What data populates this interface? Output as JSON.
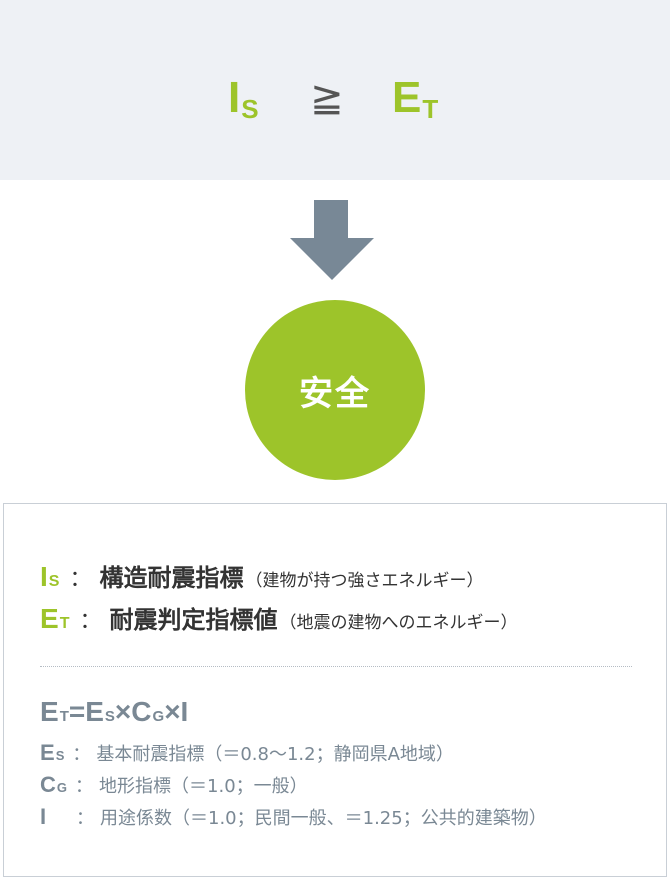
{
  "formula": {
    "is_main": "I",
    "is_sub": "S",
    "operator": "≧",
    "et_main": "E",
    "et_sub": "T"
  },
  "result": {
    "label": "安全"
  },
  "definitions": [
    {
      "sym": "I",
      "sub": "S",
      "colon": "：",
      "term": "構造耐震指標",
      "note": "（建物が持つ強さエネルギー）"
    },
    {
      "sym": "E",
      "sub": "T",
      "colon": "：",
      "term": "耐震判定指標値",
      "note": "（地震の建物へのエネルギー）"
    }
  ],
  "equation": {
    "p1": "E",
    "s1": "T",
    "op1": "=",
    "p2": "E",
    "s2": "S",
    "op2": "×",
    "p3": "C",
    "s3": "G",
    "op3": "×",
    "p4": "I"
  },
  "params": [
    {
      "sym": "E",
      "sub": "S",
      "colon": "：",
      "desc": "基本耐震指標（＝0.8～1.2；静岡県A地域）"
    },
    {
      "sym": "C",
      "sub": "G",
      "colon": "：",
      "desc": "地形指標（＝1.0；一般）"
    },
    {
      "sym": "I",
      "sub": "",
      "colon": "：",
      "desc": "用途係数（＝1.0；民間一般、＝1.25；公共的建築物）"
    }
  ],
  "colors": {
    "accent": "#9dc42a",
    "arrow": "#788896",
    "band": "#eef1f5",
    "muted": "#7a8894"
  }
}
